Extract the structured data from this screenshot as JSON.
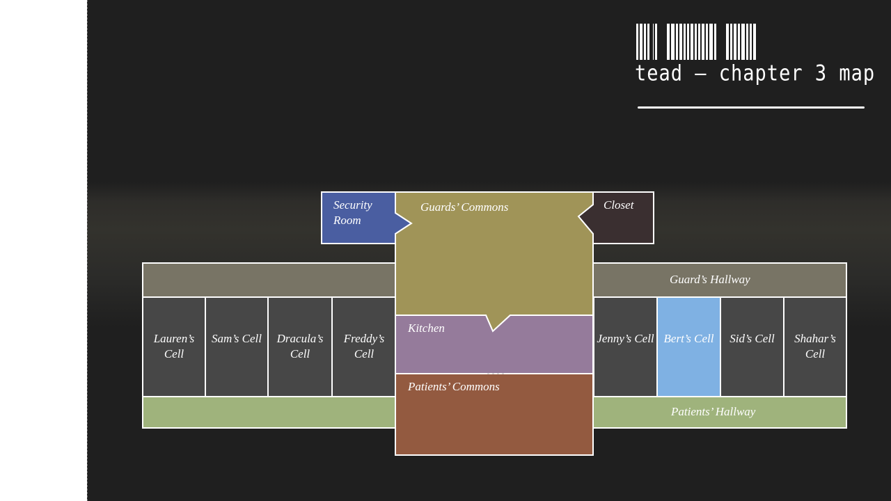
{
  "header": {
    "title": "tead – chapter 3 map"
  },
  "colors": {
    "security_room": "#4a5ea1",
    "guards_commons": "#a09458",
    "closet": "#3a2f30",
    "guards_hallway": "#787465",
    "cell": "#474747",
    "highlighted_cell": "#7fb1e3",
    "kitchen": "#957b9b",
    "patients_commons": "#935a40",
    "patients_hallway": "#9fb37c"
  },
  "rooms": {
    "security_room": "Security Room",
    "guards_commons": "Guards’ Commons",
    "closet": "Closet",
    "guards_hallway": "Guard’s Hallway",
    "kitchen": "Kitchen",
    "patients_commons": "Patients’ Commons",
    "patients_hallway": "Patients’ Hallway"
  },
  "cells_left": [
    {
      "name": "Lauren’s Cell"
    },
    {
      "name": "Sam’s Cell"
    },
    {
      "name": "Dracula’s Cell"
    },
    {
      "name": "Freddy’s Cell"
    }
  ],
  "cells_right": [
    {
      "name": "Jenny’s Cell"
    },
    {
      "name": "Bert’s Cell",
      "highlighted": true
    },
    {
      "name": "Sid’s Cell"
    },
    {
      "name": "Shahar’s Cell"
    }
  ]
}
